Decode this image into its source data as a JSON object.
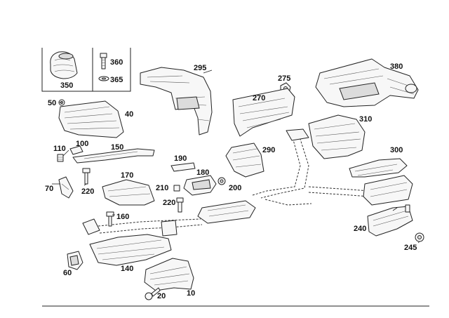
{
  "callouts": {
    "c350": "350",
    "c360": "360",
    "c365": "365",
    "c295": "295",
    "c275": "275",
    "c380": "380",
    "c270": "270",
    "c50": "50",
    "c40": "40",
    "c310": "310",
    "c110": "110",
    "c100": "100",
    "c150": "150",
    "c290": "290",
    "c300": "300",
    "c190": "190",
    "c180": "180",
    "c170": "170",
    "c70": "70",
    "c220a": "220",
    "c210": "210",
    "c200": "200",
    "c220b": "220",
    "c160": "160",
    "c240": "240",
    "c245": "245",
    "c60": "60",
    "c140": "140",
    "c10": "10",
    "c20": "20"
  }
}
